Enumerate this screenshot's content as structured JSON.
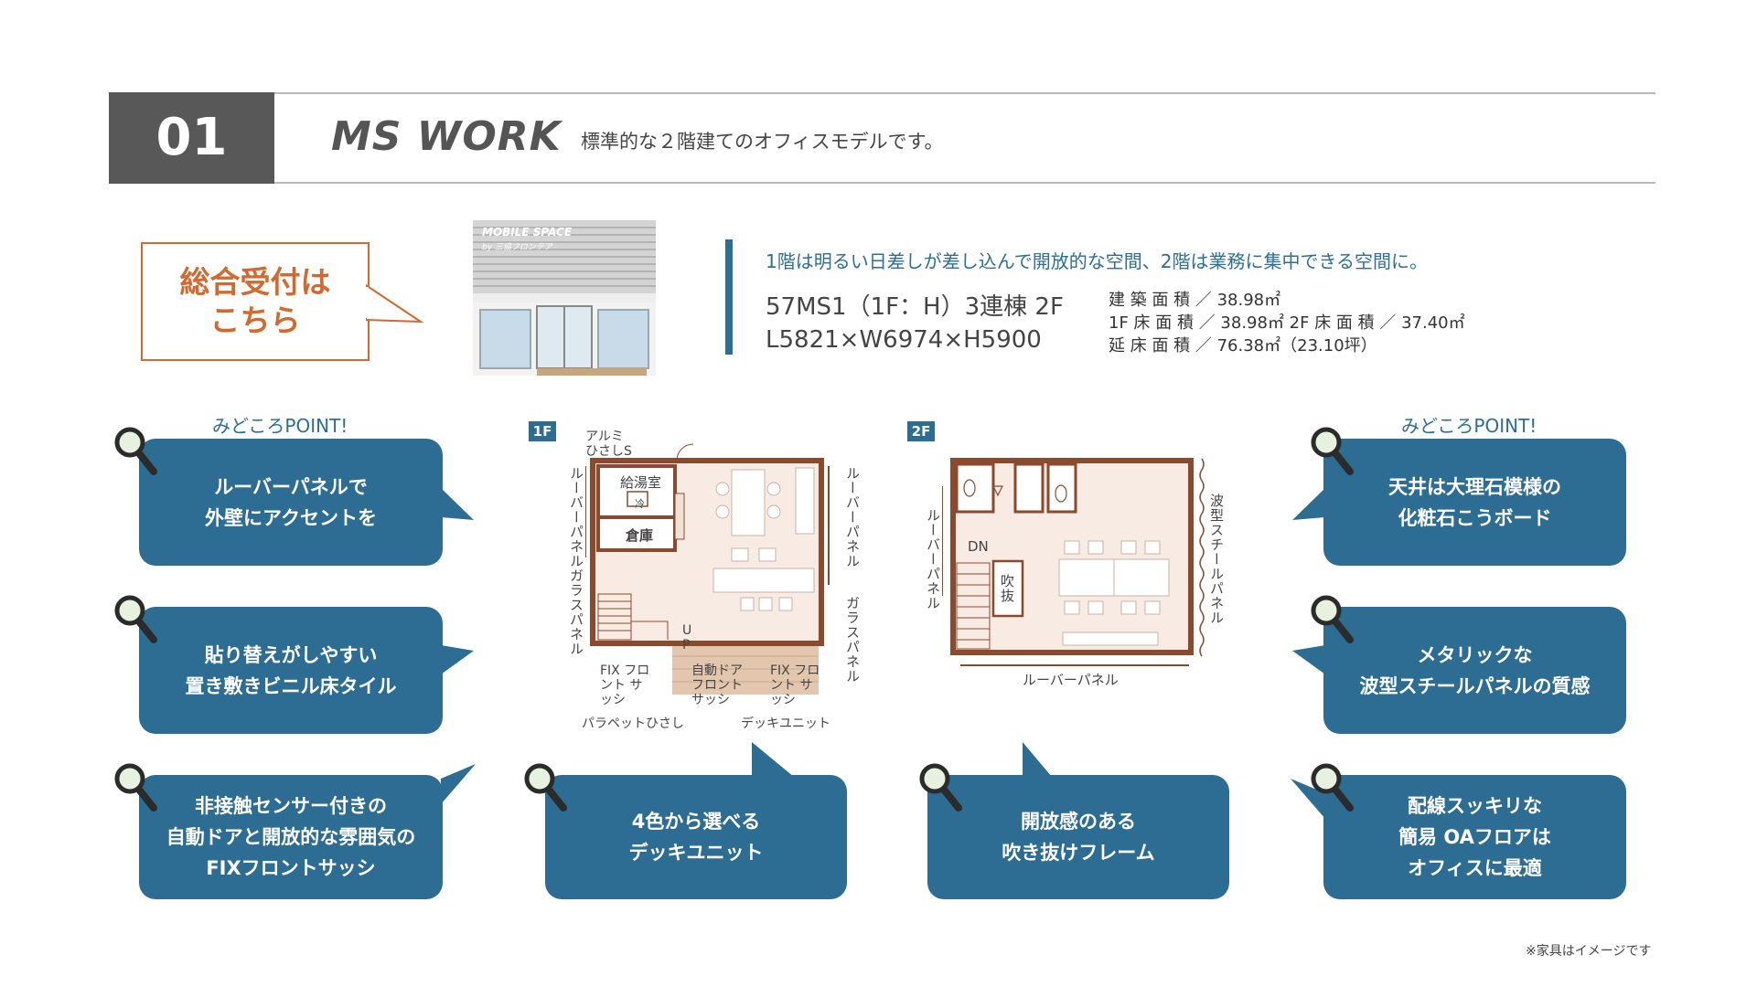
{
  "header": {
    "number": "01",
    "title": "MS WORK",
    "description": "標準的な２階建てのオフィスモデルです。"
  },
  "reception": {
    "line1": "総合受付は",
    "line2": "こちら"
  },
  "photo": {
    "sign": "MOBILE SPACE",
    "sign_sub": "by 三協フロンテア"
  },
  "spec": {
    "lead": "1階は明るい日差しが差し込んで開放的な空間、2階は業務に集中できる空間に。",
    "model": "57MS1（1F：H）3連棟 2F",
    "size": "L5821×W6974×H5900",
    "area_building": "建 築 面 積 ／ 38.98㎡",
    "area_floors": "1F 床 面 積 ／ 38.98㎡ 2F 床 面 積 ／ 37.40㎡",
    "area_total": "延 床 面 積 ／ 76.38㎡（23.10坪）"
  },
  "points": {
    "heading_left": "みどころPOINT!",
    "heading_right": "みどころPOINT!",
    "left": [
      {
        "line1": "ルーバーパネルで",
        "line2": "外壁にアクセントを"
      },
      {
        "line1": "貼り替えがしやすい",
        "line2": "置き敷きビニル床タイル"
      },
      {
        "line1": "非接触センサー付きの",
        "line2": "自動ドアと開放的な雰囲気の",
        "line3": "FIXフロントサッシ"
      }
    ],
    "center": [
      {
        "line1": "4色から選べる",
        "line2": "デッキユニット"
      },
      {
        "line1": "開放感のある",
        "line2": "吹き抜けフレーム"
      }
    ],
    "right": [
      {
        "line1": "天井は大理石模様の",
        "line2": "化粧石こうボード"
      },
      {
        "line1": "メタリックな",
        "line2": "波型スチールパネルの質感"
      },
      {
        "line1": "配線スッキリな",
        "line2": "簡易 OAフロアは",
        "line3": "オフィスに最適"
      }
    ]
  },
  "plan1f": {
    "tag": "1F",
    "alumi": "アルミ",
    "hisashi_s": "ひさしS",
    "kyutoshitsu": "給湯室",
    "rei": "冷",
    "souko": "倉庫",
    "louver_left": "ルーバーパネル",
    "glass_left": "ガラスパネル",
    "louver_right": "ルーバーパネル",
    "glass_right": "ガラスパネル",
    "up": "UP",
    "fix_left": "FIX フロント サッシ",
    "auto_door": "自動ドア フロント サッシ",
    "fix_right": "FIX フロント サッシ",
    "parapet": "パラペットひさし",
    "deck": "デッキユニット"
  },
  "plan2f": {
    "tag": "2F",
    "dn": "DN",
    "fukinuke": "吹抜",
    "louver_left": "ルーバーパネル",
    "wave_right": "波型スチールパネル",
    "louver_bottom": "ルーバーパネル"
  },
  "note": "※家具はイメージです",
  "colors": {
    "accent_blue": "#2d6d94",
    "orange": "#d2692e",
    "wall_brown": "#8b4a2e",
    "floor_pink": "#f7ebe4",
    "deck": "#e2c7ae"
  }
}
